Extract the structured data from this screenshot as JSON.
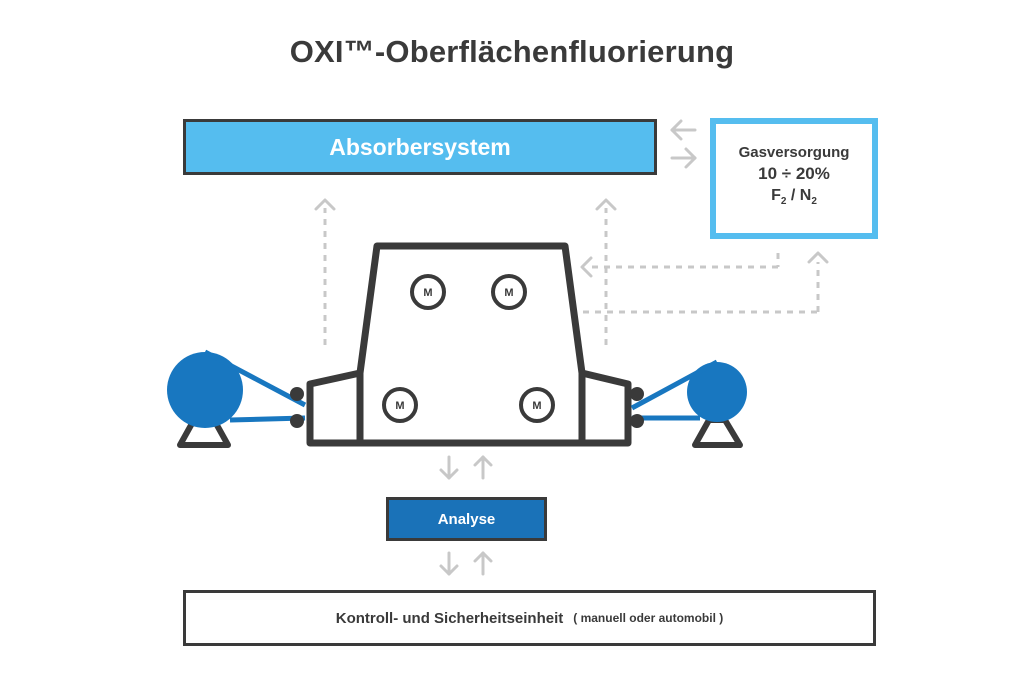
{
  "title": "OXI™-Oberflächenfluorierung",
  "absorber": {
    "label": "Absorbersystem"
  },
  "gas_supply": {
    "label": "Gasversorgung",
    "concentration": "10 ÷ 20%",
    "mixture": {
      "f": "F",
      "f_sub": "2",
      "sep": " / ",
      "n": "N",
      "n_sub": "2"
    }
  },
  "analysis": {
    "label": "Analyse"
  },
  "control_unit": {
    "label": "Kontroll- und Sicherheitseinheit",
    "note": "( manuell oder automobil )"
  },
  "motors": [
    "M",
    "M",
    "M",
    "M"
  ],
  "colors": {
    "light_blue": "#55bdef",
    "dark_blue": "#1a72b8",
    "reel_blue": "#1877c0",
    "outline": "#3a3a3a",
    "arrow_gray": "#c8c8c8"
  }
}
